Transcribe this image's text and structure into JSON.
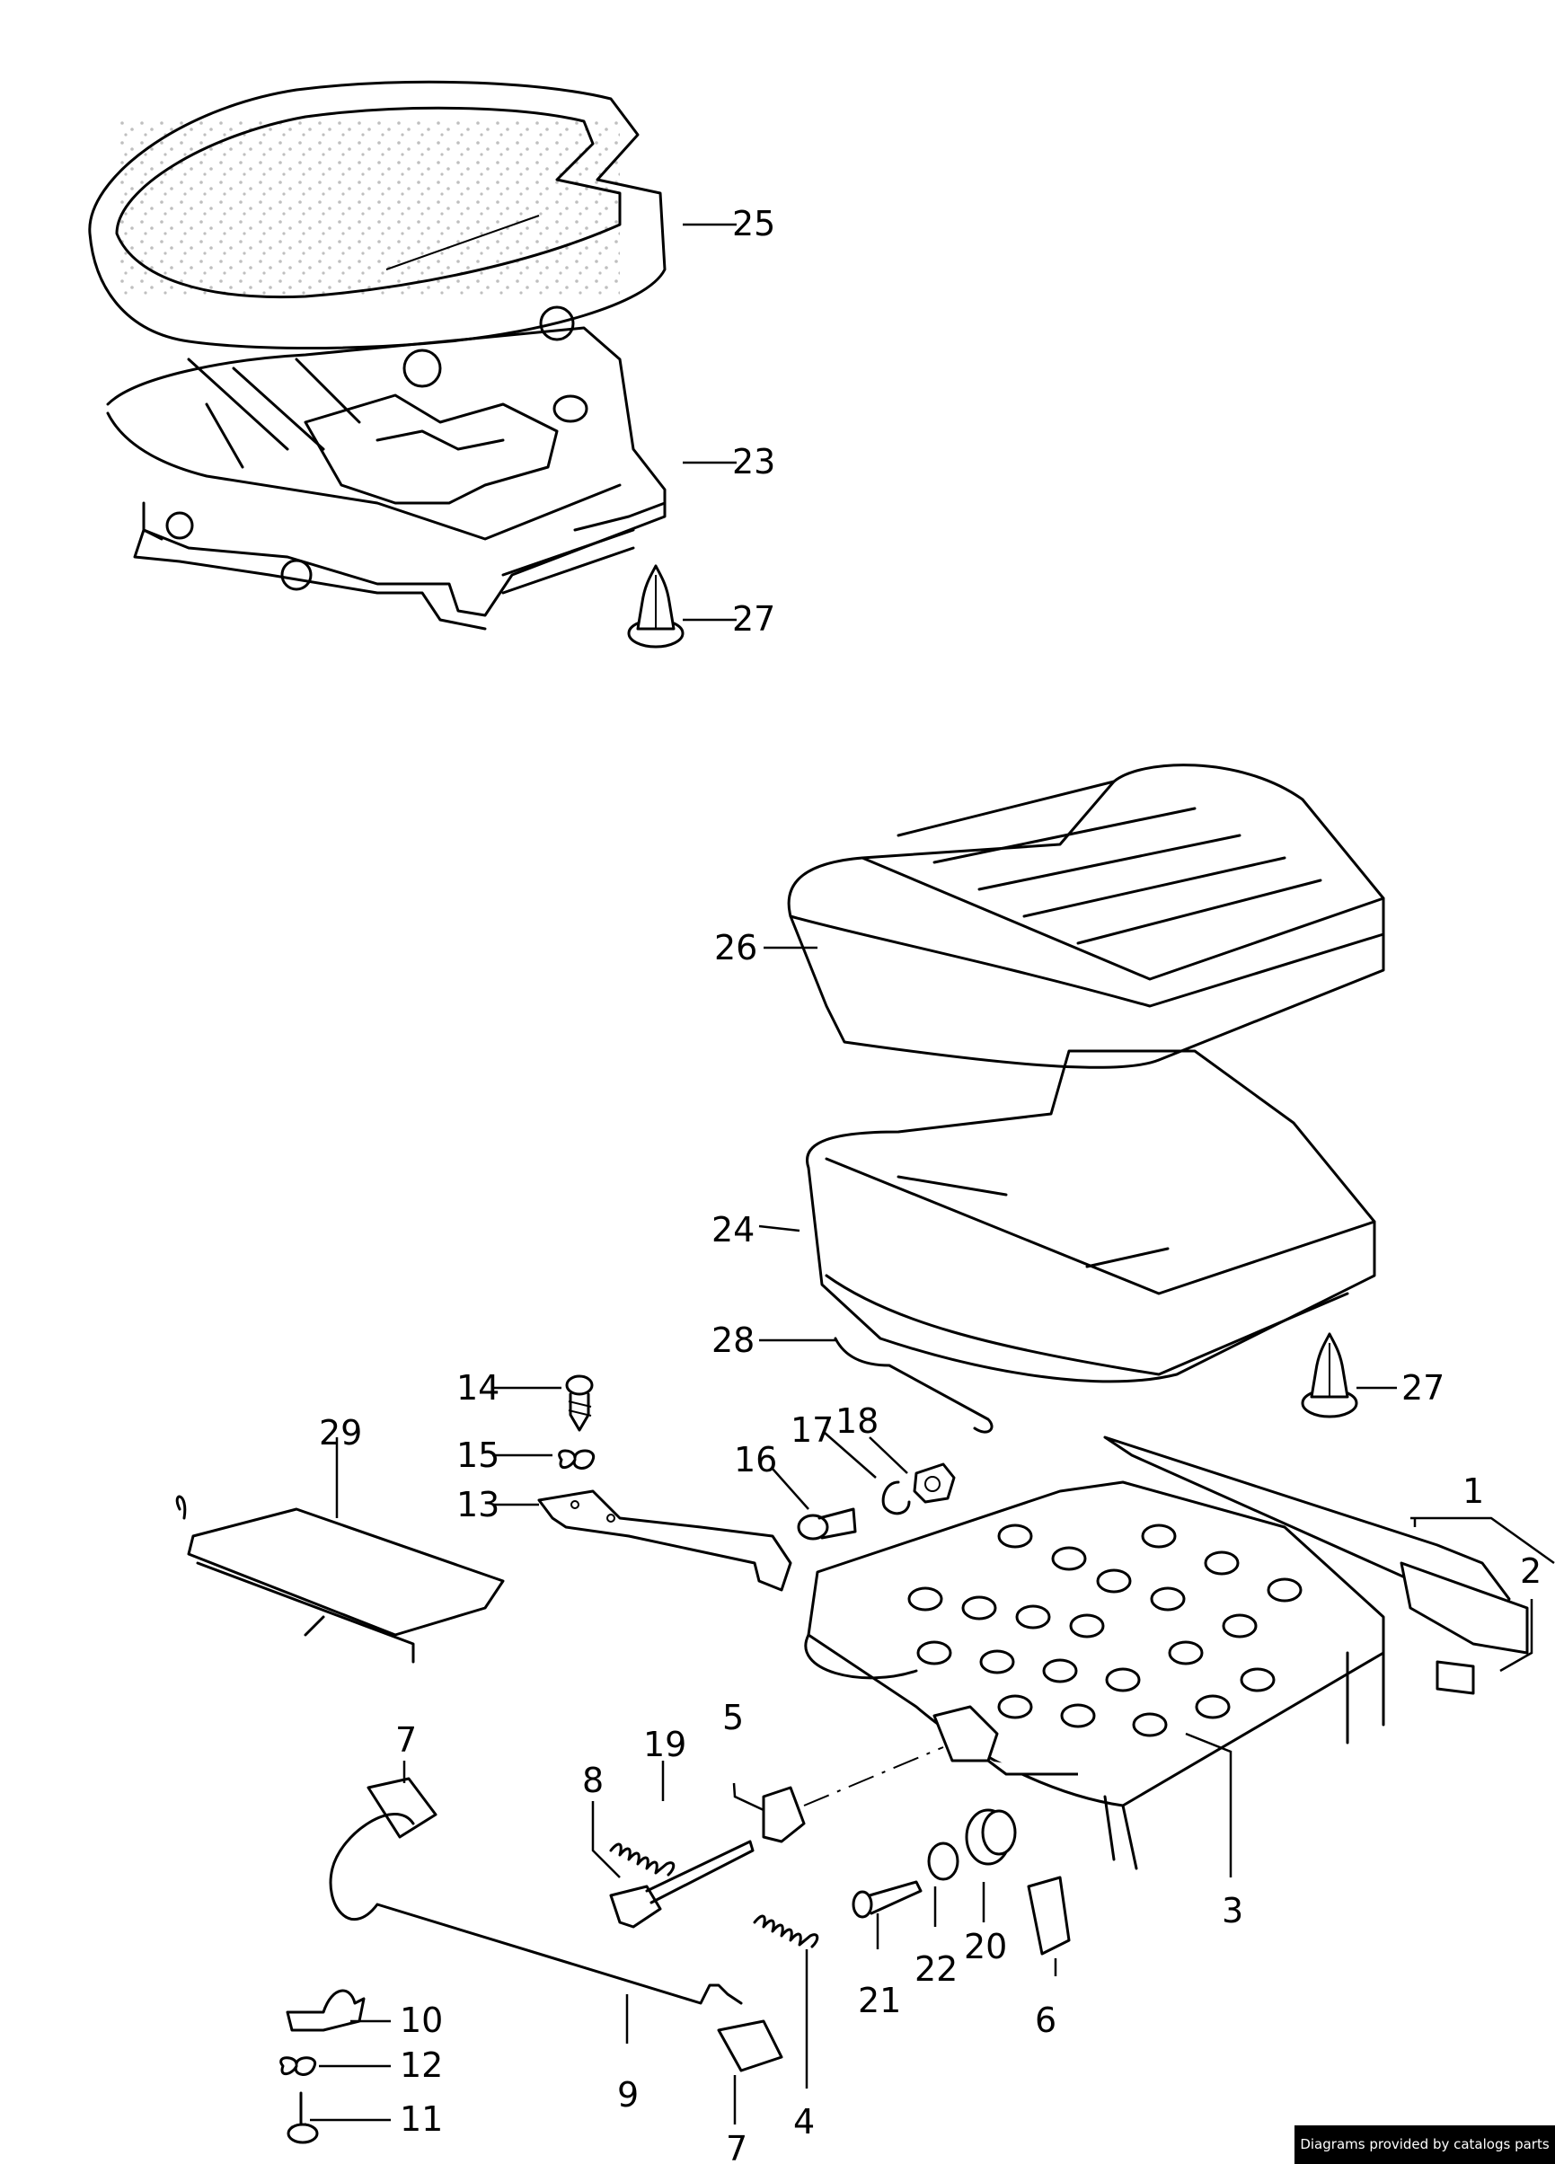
{
  "callouts": {
    "p1": "1",
    "p2": "2",
    "p3": "3",
    "p4": "4",
    "p5": "5",
    "p6": "6",
    "p7a": "7",
    "p7b": "7",
    "p8": "8",
    "p9": "9",
    "p10": "10",
    "p11": "11",
    "p12": "12",
    "p13": "13",
    "p14": "14",
    "p15": "15",
    "p16": "16",
    "p17": "17",
    "p18": "18",
    "p19": "19",
    "p20": "20",
    "p21": "21",
    "p22": "22",
    "p23": "23",
    "p24": "24",
    "p25": "25",
    "p26": "26",
    "p27a": "27",
    "p27b": "27",
    "p28": "28",
    "p29": "29"
  },
  "credit": "Diagrams provided by catalogs parts"
}
